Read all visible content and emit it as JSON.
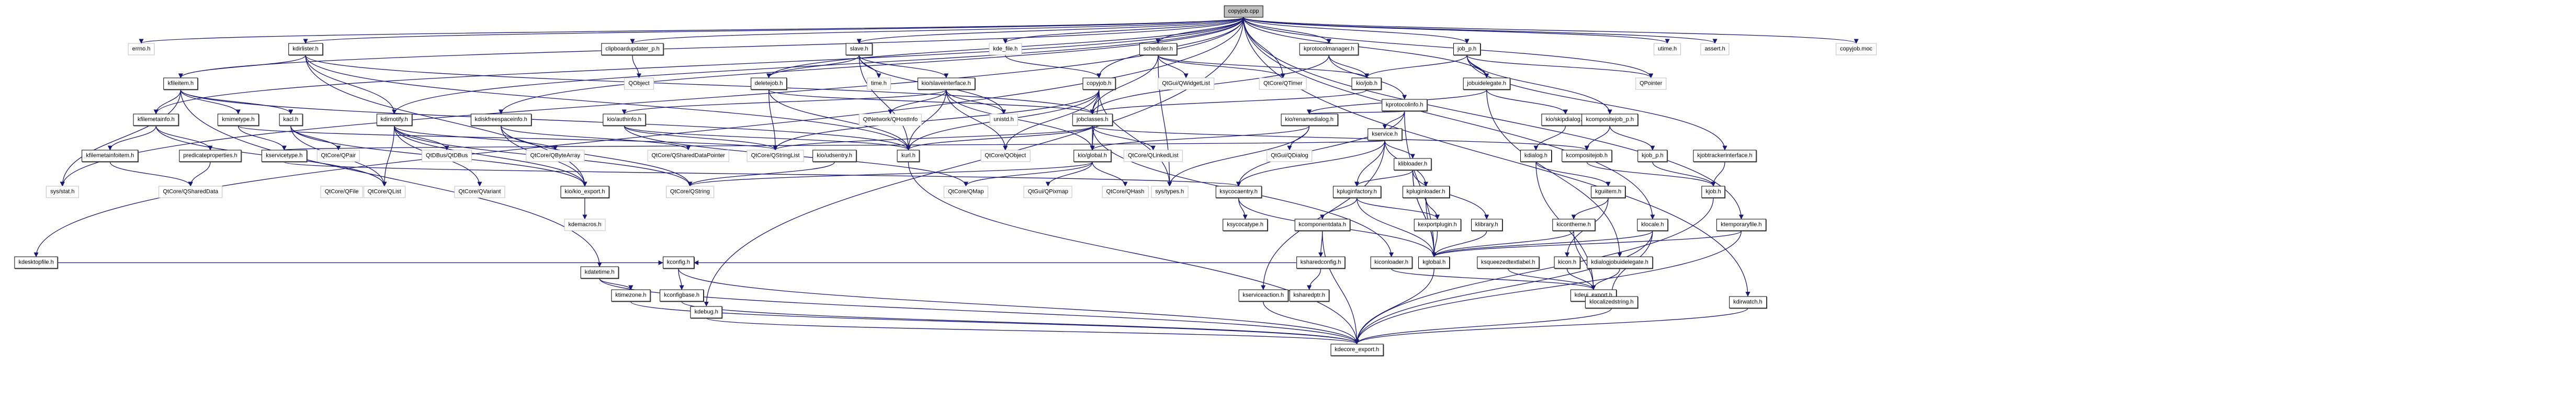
{
  "title": "copyjob.cpp",
  "root": "copyjob.cpp",
  "legend": {
    "internal_style": "documented header (black border)",
    "external_style": "external header (grey border)"
  },
  "colors": {
    "edge": "#191970",
    "root_fill": "#bfbfbf",
    "internal_border": "#000000",
    "external_border": "#bfbfbf"
  },
  "nodes": [
    {
      "id": "copyjob_cpp",
      "label": "copyjob.cpp",
      "kind": "root"
    },
    {
      "id": "errno_h",
      "label": "errno.h",
      "kind": "external"
    },
    {
      "id": "kdirlister_h",
      "label": "kdirlister.h",
      "kind": "internal"
    },
    {
      "id": "clipboardupdater_p_h",
      "label": "clipboardupdater_p.h",
      "kind": "internal"
    },
    {
      "id": "slave_h",
      "label": "slave.h",
      "kind": "internal"
    },
    {
      "id": "kde_file_h",
      "label": "kde_file.h",
      "kind": "external"
    },
    {
      "id": "scheduler_h",
      "label": "scheduler.h",
      "kind": "internal"
    },
    {
      "id": "kprotocolmanager_h",
      "label": "kprotocolmanager.h",
      "kind": "internal"
    },
    {
      "id": "job_p_h",
      "label": "job_p.h",
      "kind": "internal"
    },
    {
      "id": "utime_h",
      "label": "utime.h",
      "kind": "external"
    },
    {
      "id": "assert_h",
      "label": "assert.h",
      "kind": "external"
    },
    {
      "id": "copyjob_moc",
      "label": "copyjob.moc",
      "kind": "external"
    },
    {
      "id": "kfileitem_h",
      "label": "kfileitem.h",
      "kind": "internal"
    },
    {
      "id": "QObject",
      "label": "QObject",
      "kind": "external"
    },
    {
      "id": "deletejob_h",
      "label": "deletejob.h",
      "kind": "internal"
    },
    {
      "id": "time_h",
      "label": "time.h",
      "kind": "external"
    },
    {
      "id": "slaveinterface_h",
      "label": "kio/slaveinterface.h",
      "kind": "internal"
    },
    {
      "id": "copyjob_h",
      "label": "copyjob.h",
      "kind": "internal"
    },
    {
      "id": "QWidgetList",
      "label": "QtGui/QWidgetList",
      "kind": "external"
    },
    {
      "id": "QTimer",
      "label": "QtCore/QTimer",
      "kind": "external"
    },
    {
      "id": "kio_job_h",
      "label": "kio/job.h",
      "kind": "internal"
    },
    {
      "id": "kprotocolinfo_h",
      "label": "kprotocolinfo.h",
      "kind": "internal"
    },
    {
      "id": "jobuidelegate_h",
      "label": "jobuidelegate.h",
      "kind": "internal"
    },
    {
      "id": "QPointer",
      "label": "QPointer",
      "kind": "external"
    },
    {
      "id": "kfilemetainfo_h",
      "label": "kfilemetainfo.h",
      "kind": "internal"
    },
    {
      "id": "kmimetype_h",
      "label": "kmimetype.h",
      "kind": "internal"
    },
    {
      "id": "kacl_h",
      "label": "kacl.h",
      "kind": "internal"
    },
    {
      "id": "kdirnotify_h",
      "label": "kdirnotify.h",
      "kind": "internal"
    },
    {
      "id": "kdiskfreespaceinfo_h",
      "label": "kdiskfreespaceinfo.h",
      "kind": "internal"
    },
    {
      "id": "authinfo_h",
      "label": "kio/authinfo.h",
      "kind": "internal"
    },
    {
      "id": "QHostInfo",
      "label": "QtNetwork/QHostInfo",
      "kind": "external"
    },
    {
      "id": "unistd_h",
      "label": "unistd.h",
      "kind": "external"
    },
    {
      "id": "jobclasses_h",
      "label": "jobclasses.h",
      "kind": "internal"
    },
    {
      "id": "renamedialog_h",
      "label": "kio/renamedialog.h",
      "kind": "internal"
    },
    {
      "id": "kservice_h",
      "label": "kservice.h",
      "kind": "internal"
    },
    {
      "id": "skipdialog_h",
      "label": "kio/skipdialog.h",
      "kind": "internal"
    },
    {
      "id": "kcompositejob_p_h",
      "label": "kcompositejob_p.h",
      "kind": "internal"
    },
    {
      "id": "kfilemetainfoitem_h",
      "label": "kfilemetainfoitem.h",
      "kind": "internal"
    },
    {
      "id": "predicateproperties_h",
      "label": "predicateproperties.h",
      "kind": "internal"
    },
    {
      "id": "kservicetype_h",
      "label": "kservicetype.h",
      "kind": "internal"
    },
    {
      "id": "QPair",
      "label": "QtCore/QPair",
      "kind": "external"
    },
    {
      "id": "QtDBus",
      "label": "QtDBus/QtDBus",
      "kind": "external"
    },
    {
      "id": "QByteArray",
      "label": "QtCore/QByteArray",
      "kind": "external"
    },
    {
      "id": "QSharedDataPointer",
      "label": "QtCore/QSharedDataPointer",
      "kind": "external"
    },
    {
      "id": "QStringList",
      "label": "QtCore/QStringList",
      "kind": "external"
    },
    {
      "id": "udsentry_h",
      "label": "kio/udsentry.h",
      "kind": "internal"
    },
    {
      "id": "kurl_h",
      "label": "kurl.h",
      "kind": "internal"
    },
    {
      "id": "QtCoreQObject",
      "label": "QtCore/QObject",
      "kind": "external"
    },
    {
      "id": "global_h",
      "label": "kio/global.h",
      "kind": "internal"
    },
    {
      "id": "QLinkedList",
      "label": "QtCore/QLinkedList",
      "kind": "external"
    },
    {
      "id": "QDialog",
      "label": "QtGui/QDialog",
      "kind": "external"
    },
    {
      "id": "klibloader_h",
      "label": "klibloader.h",
      "kind": "internal"
    },
    {
      "id": "kdialog_h",
      "label": "kdialog.h",
      "kind": "internal"
    },
    {
      "id": "kcompositejob_h",
      "label": "kcompositejob.h",
      "kind": "internal"
    },
    {
      "id": "kjob_p_h",
      "label": "kjob_p.h",
      "kind": "internal"
    },
    {
      "id": "kjobtrackerinterface_h",
      "label": "kjobtrackerinterface.h",
      "kind": "internal"
    },
    {
      "id": "sys_stat_h",
      "label": "sys/stat.h",
      "kind": "external"
    },
    {
      "id": "QSharedData",
      "label": "QtCore/QSharedData",
      "kind": "external"
    },
    {
      "id": "QFile",
      "label": "QtCore/QFile",
      "kind": "external"
    },
    {
      "id": "QList",
      "label": "QtCore/QList",
      "kind": "external"
    },
    {
      "id": "QVariant",
      "label": "QtCore/QVariant",
      "kind": "external"
    },
    {
      "id": "kio_export_h",
      "label": "kio/kio_export.h",
      "kind": "internal"
    },
    {
      "id": "QString",
      "label": "QtCore/QString",
      "kind": "external"
    },
    {
      "id": "QMap",
      "label": "QtCore/QMap",
      "kind": "external"
    },
    {
      "id": "QPixmap",
      "label": "QtGui/QPixmap",
      "kind": "external"
    },
    {
      "id": "QHash",
      "label": "QtCore/QHash",
      "kind": "external"
    },
    {
      "id": "sys_types_h",
      "label": "sys/types.h",
      "kind": "external"
    },
    {
      "id": "ksycocaentry_h",
      "label": "ksycocaentry.h",
      "kind": "internal"
    },
    {
      "id": "kpluginfactory_h",
      "label": "kpluginfactory.h",
      "kind": "internal"
    },
    {
      "id": "kpluginloader_h",
      "label": "kpluginloader.h",
      "kind": "internal"
    },
    {
      "id": "kguiitem_h",
      "label": "kguiitem.h",
      "kind": "internal"
    },
    {
      "id": "kjob_h",
      "label": "kjob.h",
      "kind": "internal"
    },
    {
      "id": "kdemacros_h",
      "label": "kdemacros.h",
      "kind": "external"
    },
    {
      "id": "ksycocatype_h",
      "label": "ksycocatype.h",
      "kind": "internal"
    },
    {
      "id": "kcomponentdata_h",
      "label": "kcomponentdata.h",
      "kind": "internal"
    },
    {
      "id": "kexportplugin_h",
      "label": "kexportplugin.h",
      "kind": "internal"
    },
    {
      "id": "klibrary_h",
      "label": "klibrary.h",
      "kind": "internal"
    },
    {
      "id": "kicontheme_h",
      "label": "kicontheme.h",
      "kind": "internal"
    },
    {
      "id": "klocale_h",
      "label": "klocale.h",
      "kind": "internal"
    },
    {
      "id": "ktemporaryfile_h",
      "label": "ktemporaryfile.h",
      "kind": "internal"
    },
    {
      "id": "kdesktopfile_h",
      "label": "kdesktopfile.h",
      "kind": "internal"
    },
    {
      "id": "kconfig_h",
      "label": "kconfig.h",
      "kind": "internal"
    },
    {
      "id": "kdatetime_h",
      "label": "kdatetime.h",
      "kind": "internal"
    },
    {
      "id": "ksharedconfig_h",
      "label": "ksharedconfig.h",
      "kind": "internal"
    },
    {
      "id": "kiconloader_h",
      "label": "kiconloader.h",
      "kind": "internal"
    },
    {
      "id": "kglobal_h",
      "label": "kglobal.h",
      "kind": "internal"
    },
    {
      "id": "ksqueezedtextlabel_h",
      "label": "ksqueezedtextlabel.h",
      "kind": "internal"
    },
    {
      "id": "kicon_h",
      "label": "kicon.h",
      "kind": "internal"
    },
    {
      "id": "kdialogjobuidelegate_h",
      "label": "kdialogjobuidelegate.h",
      "kind": "internal"
    },
    {
      "id": "ktimezone_h",
      "label": "ktimezone.h",
      "kind": "internal"
    },
    {
      "id": "kconfigbase_h",
      "label": "kconfigbase.h",
      "kind": "internal"
    },
    {
      "id": "kserviceaction_h",
      "label": "kserviceaction.h",
      "kind": "internal"
    },
    {
      "id": "ksharedptr_h",
      "label": "ksharedptr.h",
      "kind": "internal"
    },
    {
      "id": "kdeui_export_h",
      "label": "kdeui_export.h",
      "kind": "internal"
    },
    {
      "id": "klocalizedstring_h",
      "label": "klocalizedstring.h",
      "kind": "internal"
    },
    {
      "id": "kdirwatch_h",
      "label": "kdirwatch.h",
      "kind": "internal"
    },
    {
      "id": "kdebug_h",
      "label": "kdebug.h",
      "kind": "internal"
    },
    {
      "id": "kdecore_export_h",
      "label": "kdecore_export.h",
      "kind": "internal"
    }
  ],
  "edges": [
    [
      "copyjob_cpp",
      "errno_h"
    ],
    [
      "copyjob_cpp",
      "kdirlister_h"
    ],
    [
      "copyjob_cpp",
      "clipboardupdater_p_h"
    ],
    [
      "copyjob_cpp",
      "slave_h"
    ],
    [
      "copyjob_cpp",
      "kde_file_h"
    ],
    [
      "copyjob_cpp",
      "scheduler_h"
    ],
    [
      "copyjob_cpp",
      "kprotocolmanager_h"
    ],
    [
      "copyjob_cpp",
      "job_p_h"
    ],
    [
      "copyjob_cpp",
      "utime_h"
    ],
    [
      "copyjob_cpp",
      "assert_h"
    ],
    [
      "copyjob_cpp",
      "copyjob_moc"
    ],
    [
      "copyjob_cpp",
      "kfileitem_h"
    ],
    [
      "copyjob_cpp",
      "deletejob_h"
    ],
    [
      "copyjob_cpp",
      "copyjob_h"
    ],
    [
      "copyjob_cpp",
      "QPointer"
    ],
    [
      "copyjob_cpp",
      "jobuidelegate_h"
    ],
    [
      "copyjob_cpp",
      "kdirnotify_h"
    ],
    [
      "copyjob_cpp",
      "kdiskfreespaceinfo_h"
    ],
    [
      "copyjob_cpp",
      "QTimer"
    ],
    [
      "copyjob_cpp",
      "sys_stat_h"
    ],
    [
      "copyjob_cpp",
      "kdesktopfile_h"
    ],
    [
      "copyjob_cpp",
      "kdebug_h"
    ],
    [
      "copyjob_cpp",
      "klocale_h"
    ],
    [
      "copyjob_cpp",
      "ktemporaryfile_h"
    ],
    [
      "copyjob_cpp",
      "kdirwatch_h"
    ],
    [
      "copyjob_cpp",
      "kfilemetainfo_h"
    ],
    [
      "kdirlister_h",
      "kfileitem_h"
    ],
    [
      "kdirlister_h",
      "kdirnotify_h"
    ],
    [
      "kdirlister_h",
      "kio_export_h"
    ],
    [
      "kdirlister_h",
      "kurl_h"
    ],
    [
      "kdirlister_h",
      "jobclasses_h"
    ],
    [
      "clipboardupdater_p_h",
      "QObject"
    ],
    [
      "slave_h",
      "deletejob_h"
    ],
    [
      "slave_h",
      "time_h"
    ],
    [
      "slave_h",
      "slaveinterface_h"
    ],
    [
      "slave_h",
      "unistd_h"
    ],
    [
      "slave_h",
      "kurl_h"
    ],
    [
      "kde_file_h",
      "copyjob_h"
    ],
    [
      "scheduler_h",
      "QWidgetList"
    ],
    [
      "scheduler_h",
      "QTimer"
    ],
    [
      "scheduler_h",
      "kio_job_h"
    ],
    [
      "scheduler_h",
      "jobclasses_h"
    ],
    [
      "scheduler_h",
      "sys_types_h"
    ],
    [
      "kprotocolmanager_h",
      "kio_job_h"
    ],
    [
      "kprotocolmanager_h",
      "kprotocolinfo_h"
    ],
    [
      "kprotocolmanager_h",
      "jobclasses_h"
    ],
    [
      "job_p_h",
      "jobuidelegate_h"
    ],
    [
      "job_p_h",
      "kcompositejob_p_h"
    ],
    [
      "job_p_h",
      "kio_job_h"
    ],
    [
      "job_p_h",
      "kjobtrackerinterface_h"
    ],
    [
      "job_p_h",
      "QPointer"
    ],
    [
      "kfileitem_h",
      "kfilemetainfo_h"
    ],
    [
      "kfileitem_h",
      "kmimetype_h"
    ],
    [
      "kfileitem_h",
      "kacl_h"
    ],
    [
      "kfileitem_h",
      "kurl_h"
    ],
    [
      "kfileitem_h",
      "sys_stat_h"
    ],
    [
      "deletejob_h",
      "jobclasses_h"
    ],
    [
      "deletejob_h",
      "QStringList"
    ],
    [
      "deletejob_h",
      "kurl_h"
    ],
    [
      "slaveinterface_h",
      "QHostInfo"
    ],
    [
      "slaveinterface_h",
      "unistd_h"
    ],
    [
      "slaveinterface_h",
      "authinfo_h"
    ],
    [
      "slaveinterface_h",
      "global_h"
    ],
    [
      "slaveinterface_h",
      "QtCoreQObject"
    ],
    [
      "slaveinterface_h",
      "kurl_h"
    ],
    [
      "copyjob_h",
      "jobclasses_h"
    ],
    [
      "copyjob_h",
      "QStringList"
    ],
    [
      "copyjob_h",
      "kurl_h"
    ],
    [
      "copyjob_h",
      "global_h"
    ],
    [
      "copyjob_h",
      "sys_types_h"
    ],
    [
      "copyjob_h",
      "QtCoreQObject"
    ],
    [
      "kio_job_h",
      "jobclasses_h"
    ],
    [
      "kprotocolinfo_h",
      "kservice_h"
    ],
    [
      "kprotocolinfo_h",
      "ksycocaentry_h"
    ],
    [
      "kprotocolinfo_h",
      "kglobal_h"
    ],
    [
      "kprotocolinfo_h",
      "renamedialog_h"
    ],
    [
      "jobuidelegate_h",
      "skipdialog_h"
    ],
    [
      "jobuidelegate_h",
      "renamedialog_h"
    ],
    [
      "jobuidelegate_h",
      "kdialogjobuidelegate_h"
    ],
    [
      "kfilemetainfo_h",
      "kfilemetainfoitem_h"
    ],
    [
      "kfilemetainfo_h",
      "predicateproperties_h"
    ],
    [
      "kfilemetainfo_h",
      "QList"
    ],
    [
      "kmimetype_h",
      "kservicetype_h"
    ],
    [
      "kmimetype_h",
      "QStringList"
    ],
    [
      "kacl_h",
      "QPair"
    ],
    [
      "kacl_h",
      "QList"
    ],
    [
      "kacl_h",
      "kio_export_h"
    ],
    [
      "kdirnotify_h",
      "QtDBus"
    ],
    [
      "kdirnotify_h",
      "QByteArray"
    ],
    [
      "kdirnotify_h",
      "QList"
    ],
    [
      "kdirnotify_h",
      "QVariant"
    ],
    [
      "kdirnotify_h",
      "kio_export_h"
    ],
    [
      "kdirnotify_h",
      "QString"
    ],
    [
      "kdiskfreespaceinfo_h",
      "QSharedDataPointer"
    ],
    [
      "kdiskfreespaceinfo_h",
      "kio_export_h"
    ],
    [
      "kdiskfreespaceinfo_h",
      "QString"
    ],
    [
      "authinfo_h",
      "QStringList"
    ],
    [
      "authinfo_h",
      "kurl_h"
    ],
    [
      "authinfo_h",
      "QMap"
    ],
    [
      "jobclasses_h",
      "global_h"
    ],
    [
      "jobclasses_h",
      "kurl_h"
    ],
    [
      "jobclasses_h",
      "QLinkedList"
    ],
    [
      "jobclasses_h",
      "kcompositejob_h"
    ],
    [
      "jobclasses_h",
      "QStringList"
    ],
    [
      "renamedialog_h",
      "QDialog"
    ],
    [
      "renamedialog_h",
      "global_h"
    ],
    [
      "renamedialog_h",
      "sys_types_h"
    ],
    [
      "kservice_h",
      "klibloader_h"
    ],
    [
      "kservice_h",
      "kpluginfactory_h"
    ],
    [
      "kservice_h",
      "kpluginloader_h"
    ],
    [
      "kservice_h",
      "ksycocaentry_h"
    ],
    [
      "kservice_h",
      "kservicetype_h"
    ],
    [
      "skipdialog_h",
      "kdialog_h"
    ],
    [
      "kcompositejob_p_h",
      "kcompositejob_h"
    ],
    [
      "kcompositejob_p_h",
      "kjob_p_h"
    ],
    [
      "kfilemetainfoitem_h",
      "QSharedData"
    ],
    [
      "predicateproperties_h",
      "QSharedData"
    ],
    [
      "kservicetype_h",
      "ksycocaentry_h"
    ],
    [
      "kcompositejob_h",
      "kjob_h"
    ],
    [
      "kjob_p_h",
      "kjob_h"
    ],
    [
      "kjobtrackerinterface_h",
      "kjob_h"
    ],
    [
      "kdialog_h",
      "kguiitem_h"
    ],
    [
      "udsentry_h",
      "QString"
    ],
    [
      "kurl_h",
      "kdecore_export_h"
    ],
    [
      "global_h",
      "QMap"
    ],
    [
      "global_h",
      "QPixmap"
    ],
    [
      "global_h",
      "QHash"
    ],
    [
      "global_h",
      "QString"
    ],
    [
      "kio_export_h",
      "kdemacros_h"
    ],
    [
      "ksycocaentry_h",
      "ksycocatype_h"
    ],
    [
      "ksycocaentry_h",
      "kglobal_h"
    ],
    [
      "kpluginfactory_h",
      "kcomponentdata_h"
    ],
    [
      "kpluginfactory_h",
      "kexportplugin_h"
    ],
    [
      "kpluginfactory_h",
      "kglobal_h"
    ],
    [
      "kpluginloader_h",
      "kexportplugin_h"
    ],
    [
      "kpluginloader_h",
      "kglobal_h"
    ],
    [
      "klibloader_h",
      "klibrary_h"
    ],
    [
      "klibloader_h",
      "kglobal_h"
    ],
    [
      "klibloader_h",
      "kpluginfactory_h"
    ],
    [
      "kguiitem_h",
      "kicontheme_h"
    ],
    [
      "kguiitem_h",
      "kicon_h"
    ],
    [
      "kcomponentdata_h",
      "ksharedconfig_h"
    ],
    [
      "kcomponentdata_h",
      "kdecore_export_h"
    ],
    [
      "kexportplugin_h",
      "kglobal_h"
    ],
    [
      "klibrary_h",
      "kglobal_h"
    ],
    [
      "kicontheme_h",
      "kglobal_h"
    ],
    [
      "kicontheme_h",
      "kdeui_export_h"
    ],
    [
      "klocale_h",
      "kglobal_h"
    ],
    [
      "klocale_h",
      "klocalizedstring_h"
    ],
    [
      "klocale_h",
      "kdecore_export_h"
    ],
    [
      "ktemporaryfile_h",
      "kglobal_h"
    ],
    [
      "ktemporaryfile_h",
      "kdecore_export_h"
    ],
    [
      "kdesktopfile_h",
      "kconfig_h"
    ],
    [
      "kconfig_h",
      "kconfigbase_h"
    ],
    [
      "kconfig_h",
      "kdecore_export_h"
    ],
    [
      "kdatetime_h",
      "ktimezone_h"
    ],
    [
      "kdatetime_h",
      "kdecore_export_h"
    ],
    [
      "ksharedconfig_h",
      "ksharedptr_h"
    ],
    [
      "ksharedconfig_h",
      "kconfig_h"
    ],
    [
      "kiconloader_h",
      "kdeui_export_h"
    ],
    [
      "kglobal_h",
      "kdecore_export_h"
    ],
    [
      "ksqueezedtextlabel_h",
      "kdeui_export_h"
    ],
    [
      "kicon_h",
      "kdeui_export_h"
    ],
    [
      "kdialogjobuidelegate_h",
      "kdeui_export_h"
    ],
    [
      "ktimezone_h",
      "kdecore_export_h"
    ],
    [
      "kconfigbase_h",
      "kdecore_export_h"
    ],
    [
      "kserviceaction_h",
      "kdecore_export_h"
    ],
    [
      "klocalizedstring_h",
      "kdecore_export_h"
    ],
    [
      "kdirwatch_h",
      "kdecore_export_h"
    ],
    [
      "kdebug_h",
      "kdecore_export_h"
    ],
    [
      "kjob_h",
      "kdecore_export_h"
    ],
    [
      "kfileitem_h",
      "kdatetime_h"
    ],
    [
      "kservice_h",
      "kserviceaction_h"
    ],
    [
      "jobclasses_h",
      "kiconloader_h"
    ],
    [
      "kdialog_h",
      "kdeui_export_h"
    ],
    [
      "klibloader_h",
      "kglobal_h"
    ]
  ]
}
